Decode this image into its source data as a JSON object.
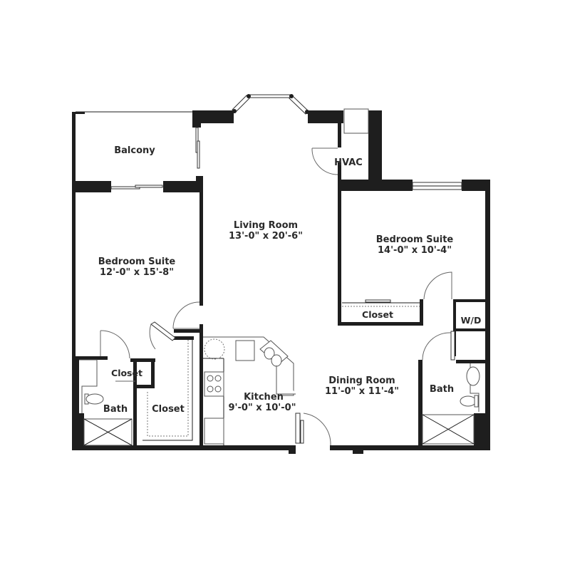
{
  "floor_plan": {
    "rooms": [
      {
        "id": "balcony",
        "name": "Balcony",
        "dimensions": ""
      },
      {
        "id": "living-room",
        "name": "Living Room",
        "dimensions": "13'-0\" x 20'-6\""
      },
      {
        "id": "hvac",
        "name": "HVAC",
        "dimensions": ""
      },
      {
        "id": "bedroom-suite-left",
        "name": "Bedroom Suite",
        "dimensions": "12'-0\" x 15'-8\""
      },
      {
        "id": "bedroom-suite-right",
        "name": "Bedroom Suite",
        "dimensions": "14'-0\" x 10'-4\""
      },
      {
        "id": "closet-right",
        "name": "Closet",
        "dimensions": ""
      },
      {
        "id": "wd",
        "name": "W/D",
        "dimensions": ""
      },
      {
        "id": "closet-small",
        "name": "Closet",
        "dimensions": ""
      },
      {
        "id": "bath-left",
        "name": "Bath",
        "dimensions": ""
      },
      {
        "id": "closet-walkin",
        "name": "Closet",
        "dimensions": ""
      },
      {
        "id": "kitchen",
        "name": "Kitchen",
        "dimensions": "9'-0\" x 10'-0\""
      },
      {
        "id": "dining-room",
        "name": "Dining Room",
        "dimensions": "11'-0\" x 11'-4\""
      },
      {
        "id": "bath-right",
        "name": "Bath",
        "dimensions": ""
      }
    ],
    "colors": {
      "wall": "#1e1e1e",
      "background": "#ffffff",
      "label": "#2a2a2a"
    }
  }
}
